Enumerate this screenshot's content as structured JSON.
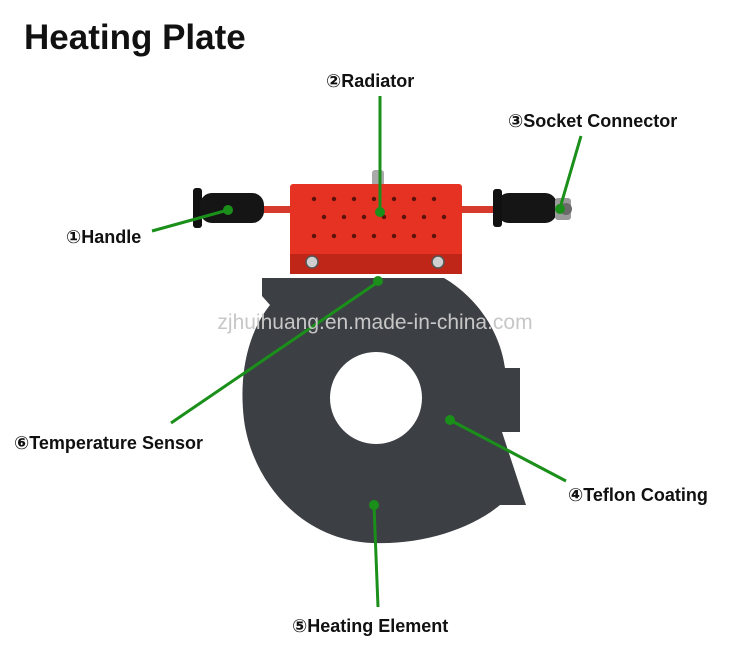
{
  "title": "Heating Plate",
  "watermark": "zjhuihuang.en.made-in-china.com",
  "colors": {
    "leader_line": "#1a8f1a",
    "radiator_body": "#e53222",
    "plate": "#3c3f44",
    "handle_grip": "#111111"
  },
  "labels": {
    "handle": "①Handle",
    "radiator": "②Radiator",
    "socket_connector": "③Socket Connector",
    "teflon_coating": "④Teflon Coating",
    "heating_element": "⑤Heating Element",
    "temperature_sensor": "⑥Temperature Sensor"
  }
}
